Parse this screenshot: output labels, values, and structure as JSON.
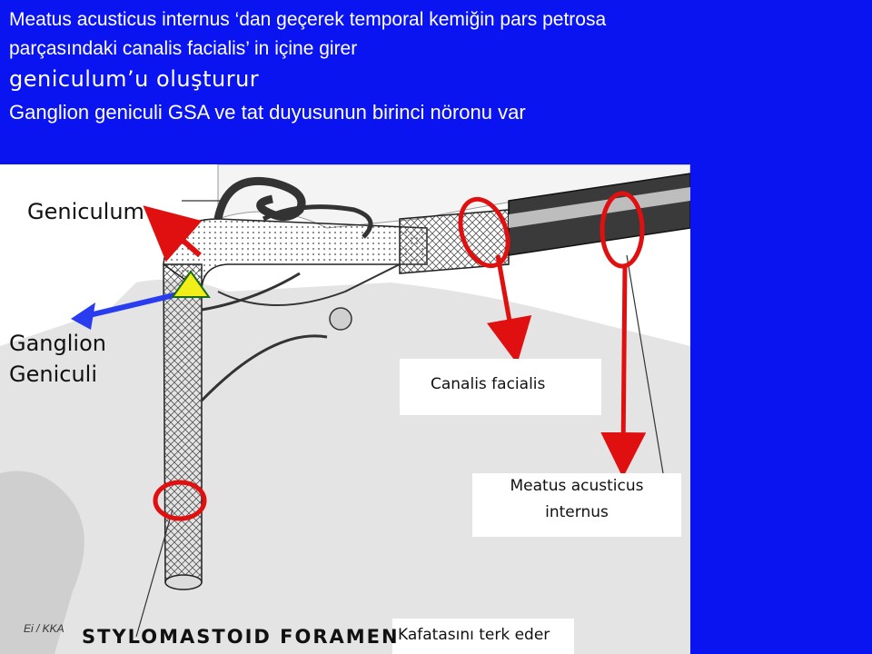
{
  "header": {
    "line1": "Meatus acusticus internus ‘dan geçerek  temporal kemiğin pars petrosa",
    "line2": "parçasındaki  canalis facialis’ in içine girer",
    "line3": "geniculum’u  oluşturur",
    "line4": "Ganglion geniculi GSA ve tat  duyusunun birinci nöronu var"
  },
  "labels": {
    "geniculum": "Geniculum",
    "ganglion_line1": "Ganglion",
    "ganglion_line2": "Geniculi",
    "canalis_facialis": "Canalis facialis",
    "meatus_line1": "Meatus acusticus",
    "meatus_line2": "internus",
    "kafatasi": "Kafatasını terk eder",
    "stylomastoid": "STYLOMASTOID  FORAMEN",
    "signature": "Ei / KKA"
  },
  "colors": {
    "background": "#0a14f0",
    "header_text": "#ffffff",
    "annotation_red": "#e01010",
    "annotation_blue": "#2a3cf0",
    "triangle": "#f2ee1a"
  }
}
